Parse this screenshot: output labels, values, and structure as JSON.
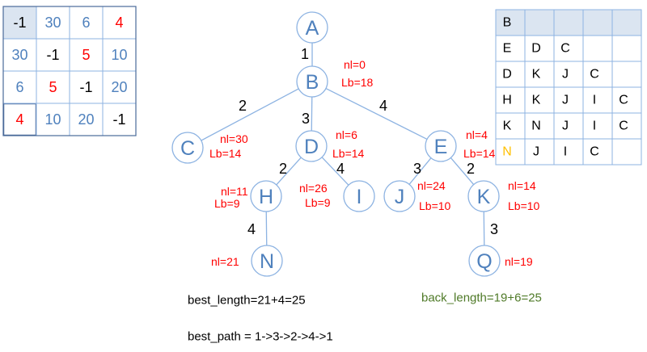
{
  "colors": {
    "node_text": "#4f81bd",
    "node_stroke": "#8db3e2",
    "annotation": "#ff0000",
    "cell_blue": "#4f81bd",
    "cell_red": "#ff0000",
    "cell_black": "#000000",
    "cell_orange": "#ffc000",
    "shaded": "#dbe5f1",
    "back_length": "#4f7a28"
  },
  "distance_matrix": {
    "rows": [
      [
        {
          "t": "-1",
          "c": "black",
          "shade": true
        },
        {
          "t": "30",
          "c": "blue"
        },
        {
          "t": "6",
          "c": "blue"
        },
        {
          "t": "4",
          "c": "red"
        }
      ],
      [
        {
          "t": "30",
          "c": "blue"
        },
        {
          "t": "-1",
          "c": "black"
        },
        {
          "t": "5",
          "c": "red"
        },
        {
          "t": "10",
          "c": "blue"
        }
      ],
      [
        {
          "t": "6",
          "c": "blue"
        },
        {
          "t": "5",
          "c": "red"
        },
        {
          "t": "-1",
          "c": "black"
        },
        {
          "t": "20",
          "c": "blue"
        }
      ],
      [
        {
          "t": "4",
          "c": "red",
          "selected": true
        },
        {
          "t": "10",
          "c": "blue"
        },
        {
          "t": "20",
          "c": "blue"
        },
        {
          "t": "-1",
          "c": "black"
        }
      ]
    ]
  },
  "search_stack": {
    "rows": [
      [
        {
          "t": "B",
          "c": "black"
        },
        {
          "t": "",
          "c": "black"
        },
        {
          "t": "",
          "c": "black"
        },
        {
          "t": "",
          "c": "black"
        },
        {
          "t": "",
          "c": "black"
        }
      ],
      [
        {
          "t": "E",
          "c": "black"
        },
        {
          "t": "D",
          "c": "black"
        },
        {
          "t": "C",
          "c": "black"
        },
        {
          "t": "",
          "c": "black"
        },
        {
          "t": "",
          "c": "black"
        }
      ],
      [
        {
          "t": "D",
          "c": "black"
        },
        {
          "t": "K",
          "c": "black"
        },
        {
          "t": "J",
          "c": "black"
        },
        {
          "t": "C",
          "c": "black"
        },
        {
          "t": "",
          "c": "black"
        }
      ],
      [
        {
          "t": "H",
          "c": "black"
        },
        {
          "t": "K",
          "c": "black"
        },
        {
          "t": "J",
          "c": "black"
        },
        {
          "t": "I",
          "c": "black"
        },
        {
          "t": "C",
          "c": "black"
        }
      ],
      [
        {
          "t": "K",
          "c": "black"
        },
        {
          "t": "N",
          "c": "black"
        },
        {
          "t": "J",
          "c": "black"
        },
        {
          "t": "I",
          "c": "black"
        },
        {
          "t": "C",
          "c": "black"
        }
      ],
      [
        {
          "t": "N",
          "c": "orange"
        },
        {
          "t": "J",
          "c": "black"
        },
        {
          "t": "I",
          "c": "black"
        },
        {
          "t": "C",
          "c": "black"
        },
        {
          "t": "",
          "c": "black"
        }
      ]
    ]
  },
  "tree": {
    "nodes": [
      {
        "id": "A",
        "label": "A"
      },
      {
        "id": "B",
        "label": "B"
      },
      {
        "id": "C",
        "label": "C"
      },
      {
        "id": "D",
        "label": "D"
      },
      {
        "id": "E",
        "label": "E"
      },
      {
        "id": "H",
        "label": "H"
      },
      {
        "id": "I",
        "label": "I"
      },
      {
        "id": "J",
        "label": "J"
      },
      {
        "id": "K",
        "label": "K"
      },
      {
        "id": "N",
        "label": "N"
      },
      {
        "id": "Q",
        "label": "Q"
      }
    ],
    "edges": [
      {
        "from": "A",
        "to": "B",
        "weight": "1"
      },
      {
        "from": "B",
        "to": "C",
        "weight": "2"
      },
      {
        "from": "B",
        "to": "D",
        "weight": "3"
      },
      {
        "from": "B",
        "to": "E",
        "weight": "4"
      },
      {
        "from": "D",
        "to": "H",
        "weight": "2"
      },
      {
        "from": "D",
        "to": "I",
        "weight": "4"
      },
      {
        "from": "E",
        "to": "J",
        "weight": "3"
      },
      {
        "from": "E",
        "to": "K",
        "weight": "2"
      },
      {
        "from": "H",
        "to": "N",
        "weight": "4"
      },
      {
        "from": "K",
        "to": "Q",
        "weight": "3"
      }
    ],
    "annotations": [
      {
        "node": "B",
        "nl": "nl=0",
        "lb": "Lb=18"
      },
      {
        "node": "C",
        "nl": "nl=30",
        "lb": "Lb=14"
      },
      {
        "node": "D",
        "nl": "nl=6",
        "lb": "Lb=14"
      },
      {
        "node": "E",
        "nl": "nl=4",
        "lb": "Lb=14"
      },
      {
        "node": "H",
        "nl": "nl=11",
        "lb": "Lb=9"
      },
      {
        "node": "I",
        "nl": "nl=26",
        "lb": "Lb=9"
      },
      {
        "node": "J",
        "nl": "nl=24",
        "lb": "Lb=10"
      },
      {
        "node": "K",
        "nl": "nl=14",
        "lb": "Lb=10"
      },
      {
        "node": "N",
        "nl": "nl=21",
        "lb": ""
      },
      {
        "node": "Q",
        "nl": "nl=19",
        "lb": ""
      }
    ]
  },
  "results": {
    "best_length": "best_length=21+4=25",
    "back_length": "back_length=19+6=25",
    "best_path": "best_path = 1->3->2->4->1"
  }
}
